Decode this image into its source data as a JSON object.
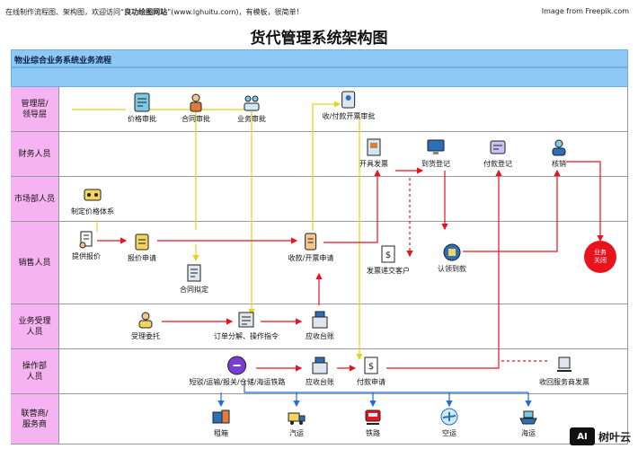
{
  "header": {
    "note_prefix": "在线制作流程图、架构图，欢迎访问“",
    "note_site": "良功绘图网站",
    "note_suffix": "”(www.lghuitu.com)，有模板，很简单！",
    "credit": "Image from Freepik.com",
    "title": "货代管理系统架构图"
  },
  "section_title": "物业综合业务系统业务流程",
  "lanes": [
    {
      "label": "管理层/\n领导层"
    },
    {
      "label": "财务人员"
    },
    {
      "label": "市场部人员"
    },
    {
      "label": "销售人员"
    },
    {
      "label": "业务受理\n人员"
    },
    {
      "label": "操作部\n人员"
    },
    {
      "label": "联营商/\n服务商"
    }
  ],
  "nodes": {
    "price_approval": "价格审批",
    "contract_approval": "合同审批",
    "business_approval": "业务审批",
    "invoice_approval": "收/付款开票审批",
    "issue_invoice": "开具发票",
    "arrival_register": "到货登记",
    "payment_register": "付款登记",
    "write_off": "核销",
    "pricing_system": "制定价格体系",
    "provide_quote": "提供报价",
    "quote_apply": "报价申请",
    "payment_invoice_apply": "收款/开票申请",
    "invoice_delivery": "发票递交客户",
    "confirm_receipt": "认领到款",
    "contract_draft": "合同拟定",
    "accept_commission": "受理委托",
    "order_split": "订单分解、操作指令",
    "receivable_ledger_1": "应收台账",
    "transport_ops": "短驳/运输/报关/仓储/海运铁路",
    "receivable_ledger_2": "应收台账",
    "payment_apply": "付款申请",
    "recover_invoice": "收回服务商发票",
    "container_rent": "租箱",
    "truck": "汽运",
    "railway": "铁路",
    "air": "空运",
    "sea": "海运"
  },
  "badge": "业务\n关闭",
  "watermark": {
    "box": "AI",
    "text": "树叶云"
  },
  "colors": {
    "lane_head": "#f6b3f1",
    "bar": "#8ec9f5",
    "red_line": "#e8131d",
    "yellow_line": "#e6d31a",
    "blue_line": "#1e6fd6"
  }
}
